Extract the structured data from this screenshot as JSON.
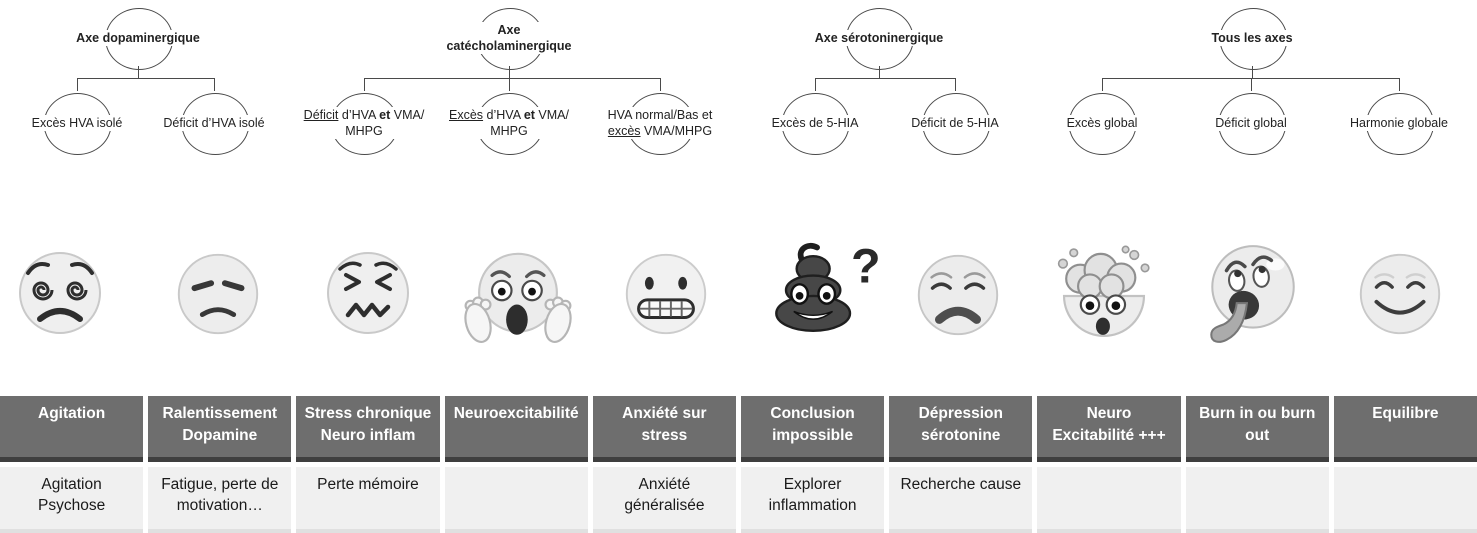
{
  "trees": [
    {
      "name": "axe-dopaminergique",
      "parent": {
        "lines": [
          [
            {
              "t": "Axe dopaminergique",
              "b": true
            }
          ]
        ]
      },
      "children": [
        {
          "lines": [
            [
              {
                "t": "Excès HVA isolé"
              }
            ]
          ]
        },
        {
          "lines": [
            [
              {
                "t": "Déficit d’HVA isolé"
              }
            ]
          ]
        }
      ]
    },
    {
      "name": "axe-catecholaminergique",
      "parent": {
        "lines": [
          [
            {
              "t": "Axe",
              "b": true
            }
          ],
          [
            {
              "t": "catécholaminergique",
              "b": true
            }
          ]
        ]
      },
      "children": [
        {
          "lines": [
            [
              {
                "t": "Déficit",
                "u": true
              },
              {
                "t": " d’HVA "
              },
              {
                "t": "et",
                "b": true
              },
              {
                "t": " VMA/"
              }
            ],
            [
              {
                "t": "MHPG"
              }
            ]
          ]
        },
        {
          "lines": [
            [
              {
                "t": "Excès",
                "u": true
              },
              {
                "t": " d’HVA "
              },
              {
                "t": "et",
                "b": true
              },
              {
                "t": " VMA/"
              }
            ],
            [
              {
                "t": "MHPG"
              }
            ]
          ]
        },
        {
          "lines": [
            [
              {
                "t": "HVA normal/Bas et"
              }
            ],
            [
              {
                "t": "excès",
                "u": true
              },
              {
                "t": " VMA/MHPG"
              }
            ]
          ]
        }
      ]
    },
    {
      "name": "axe-serotoninergique",
      "parent": {
        "lines": [
          [
            {
              "t": "Axe sérotoninergique",
              "b": true
            }
          ]
        ]
      },
      "children": [
        {
          "lines": [
            [
              {
                "t": "Excès de 5-HIA"
              }
            ]
          ]
        },
        {
          "lines": [
            [
              {
                "t": "Déficit de 5-HIA"
              }
            ]
          ]
        }
      ]
    },
    {
      "name": "tous-les-axes",
      "parent": {
        "lines": [
          [
            {
              "t": "Tous les axes",
              "b": true
            }
          ]
        ]
      },
      "children": [
        {
          "lines": [
            [
              {
                "t": "Excès global"
              }
            ]
          ]
        },
        {
          "lines": [
            [
              {
                "t": "Déficit global"
              }
            ]
          ]
        },
        {
          "lines": [
            [
              {
                "t": "Harmonie globale"
              }
            ]
          ]
        }
      ]
    }
  ],
  "emojis": [
    "dizzy-face",
    "unamused-face",
    "confounded-face",
    "screaming-face",
    "grimacing-face",
    "pile-of-poo-with-question-mark",
    "weary-face",
    "exploding-head",
    "exhausted-face-tongue-out",
    "smiling-face"
  ],
  "table": {
    "headers": [
      "Agitation",
      "Ralentissement\nDopamine",
      "Stress chronique\nNeuro inflam",
      "Neuroexcitabilité",
      "Anxiété sur\nstress",
      "Conclusion\nimpossible",
      "Dépression\nsérotonine",
      "Neuro\nExcitabilité +++",
      "Burn in ou burn\nout",
      "Equilibre"
    ],
    "cells": [
      "Agitation\nPsychose",
      "Fatigue, perte de\nmotivation…",
      "Perte mémoire",
      "",
      "Anxiété\ngénéralisée",
      "Explorer\ninflammation",
      "Recherche cause",
      "",
      "",
      ""
    ]
  },
  "colors": {
    "table_header_bg": "#6e6e6e",
    "table_header_border": "#3f3f3f",
    "table_header_text": "#ffffff",
    "table_body_bg": "#f0f0f0",
    "diagram_line": "#4a4a4a"
  }
}
